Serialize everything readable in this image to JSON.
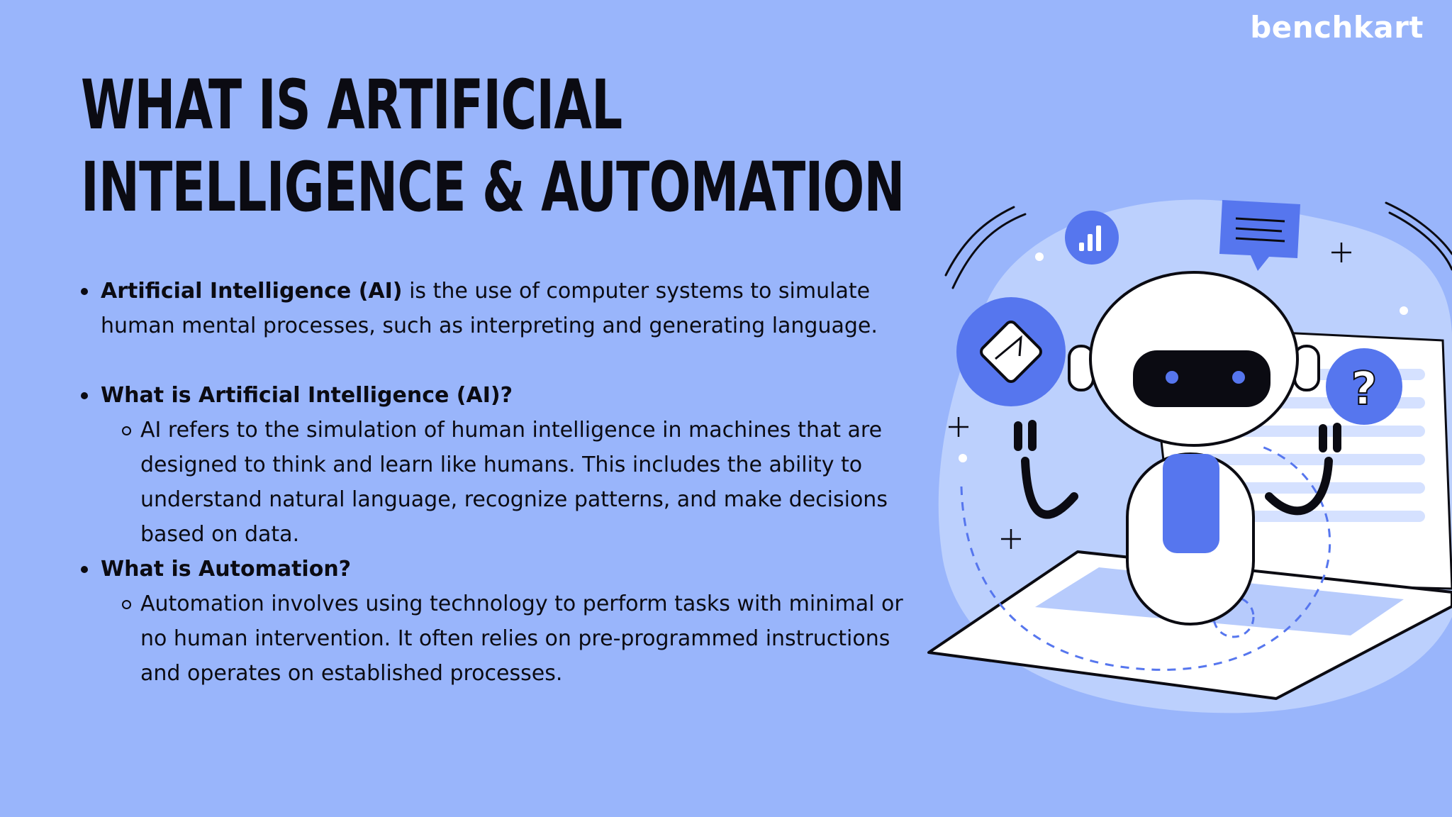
{
  "brand": "benchkart",
  "title": {
    "line1": "WHAT IS ARTIFICIAL",
    "line2": "INTELLIGENCE & AUTOMATION"
  },
  "bullets": [
    {
      "bold": "Artificial Intelligence (AI)",
      "text": " is the use of computer systems to simulate human mental processes, such as interpreting and generating language."
    },
    {
      "heading": "What is Artificial Intelligence (AI)?",
      "sub": "AI refers to the simulation of human intelligence in machines that are designed to think and learn like humans. This includes the ability to understand natural language, recognize patterns, and make decisions based on data."
    },
    {
      "heading": "What is Automation?",
      "sub": "Automation involves using technology to perform tasks with minimal or no human intervention. It often relies on pre-programmed instructions and operates on established processes."
    }
  ],
  "colors": {
    "background": "#99b5fb",
    "accent": "#5676ee",
    "blob": "#bcd0fd",
    "ink": "#0b0b12"
  },
  "illustration": {
    "icons": [
      "robot-icon",
      "laptop-icon",
      "chart-icon",
      "chat-bubble-icon",
      "envelope-icon",
      "question-icon",
      "sparkle-icon"
    ]
  }
}
